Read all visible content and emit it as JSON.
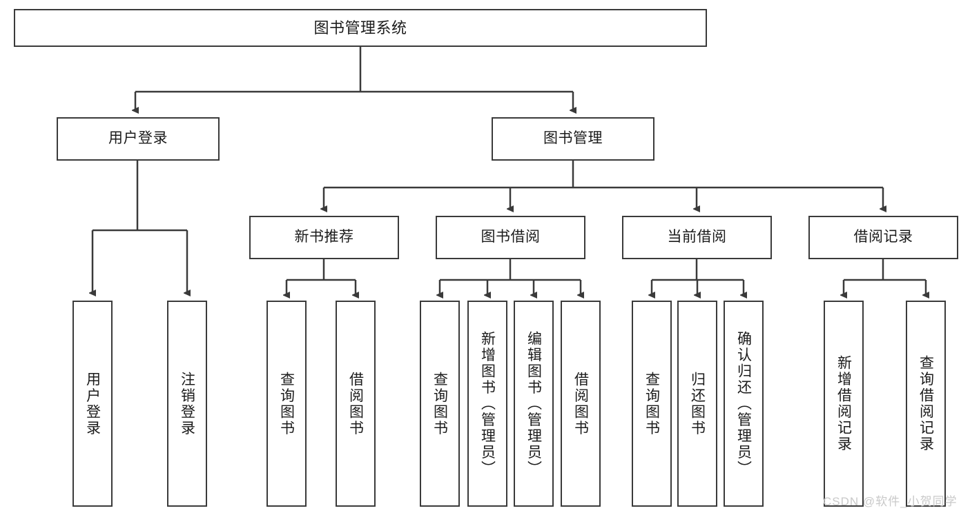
{
  "diagram": {
    "title": "图书管理系统",
    "watermark": "CSDN @软件_小贺同学",
    "line_color": "#3a3a3a",
    "box_fill": "#ffffff",
    "text_color": "#1b1b1b",
    "nodes": {
      "root": {
        "label": "图书管理系统"
      },
      "level2": [
        {
          "id": "user-login",
          "label": "用户登录"
        },
        {
          "id": "book-management",
          "label": "图书管理"
        }
      ],
      "level3": [
        {
          "id": "new-book-recommend",
          "label": "新书推荐"
        },
        {
          "id": "book-borrow",
          "label": "图书借阅"
        },
        {
          "id": "current-borrow",
          "label": "当前借阅"
        },
        {
          "id": "borrow-record",
          "label": "借阅记录"
        }
      ],
      "leaves": {
        "user_login": [
          {
            "id": "leaf-user-login",
            "label": "用户登录"
          },
          {
            "id": "leaf-logout-login",
            "label": "注销登录"
          }
        ],
        "new_book_recommend": [
          {
            "id": "leaf-query-book-1",
            "label": "查询图书"
          },
          {
            "id": "leaf-borrow-book-1",
            "label": "借阅图书"
          }
        ],
        "book_borrow": [
          {
            "id": "leaf-query-book-2",
            "label": "查询图书"
          },
          {
            "id": "leaf-add-book",
            "label": "新增图书（管理员）"
          },
          {
            "id": "leaf-edit-book",
            "label": "编辑图书（管理员）"
          },
          {
            "id": "leaf-borrow-book-2",
            "label": "借阅图书"
          }
        ],
        "current_borrow": [
          {
            "id": "leaf-query-book-3",
            "label": "查询图书"
          },
          {
            "id": "leaf-return-book",
            "label": "归还图书"
          },
          {
            "id": "leaf-confirm-return",
            "label": "确认归还（管理员）"
          }
        ],
        "borrow_record": [
          {
            "id": "leaf-add-borrow-record",
            "label": "新增借阅记录"
          },
          {
            "id": "leaf-query-borrow-record",
            "label": "查询借阅记录"
          }
        ]
      }
    }
  }
}
